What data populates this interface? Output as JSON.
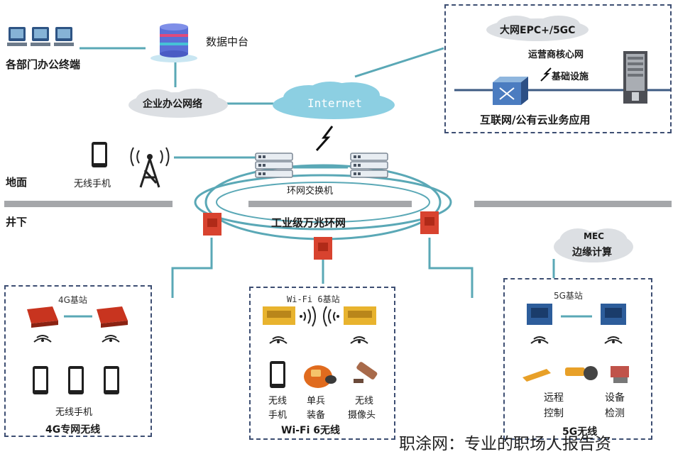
{
  "top_left": {
    "terminals_label": "各部门办公终端",
    "data_platform_label": "数据中台",
    "office_network_label": "企业办公网络",
    "internet_label": "Internet"
  },
  "cloud_box": {
    "epc_label": "大网EPC+/5GC",
    "core_net_label": "运营商核心网",
    "infra_label": "基础设施",
    "title": "互联网/公有云业务应用"
  },
  "surface": {
    "ground_label": "地面",
    "underground_label": "井下",
    "phone_label": "无线手机"
  },
  "ring": {
    "switch_label": "环网交换机",
    "ring_label": "工业级万兆环网"
  },
  "box_4g": {
    "station_label": "4G基站",
    "phone_label": "无线手机",
    "title": "4G专网无线"
  },
  "box_wifi": {
    "station_label": "Wi-Fi 6基站",
    "items": [
      "无线\n手机",
      "单兵\n装备",
      "无线\n摄像头"
    ],
    "item1": "无线",
    "item1b": "手机",
    "item2": "单兵",
    "item2b": "装备",
    "item3": "无线",
    "item3b": "摄像头",
    "title": "Wi-Fi 6无线"
  },
  "box_5g": {
    "mec_label": "MEC",
    "edge_label": "边缘计算",
    "station_label": "5G基站",
    "item1": "远程",
    "item1b": "控制",
    "item2": "设备",
    "item2b": "检测",
    "title": "5G无线"
  },
  "caption": "职涂网：专业的职场人报告资",
  "colors": {
    "line": "#5aa8b6",
    "cloud": "#b9dfeb",
    "dash": "#3d4e72",
    "device_red": "#d8432f",
    "device_yellow": "#e8b32e",
    "device_blue": "#2d5d9b"
  }
}
